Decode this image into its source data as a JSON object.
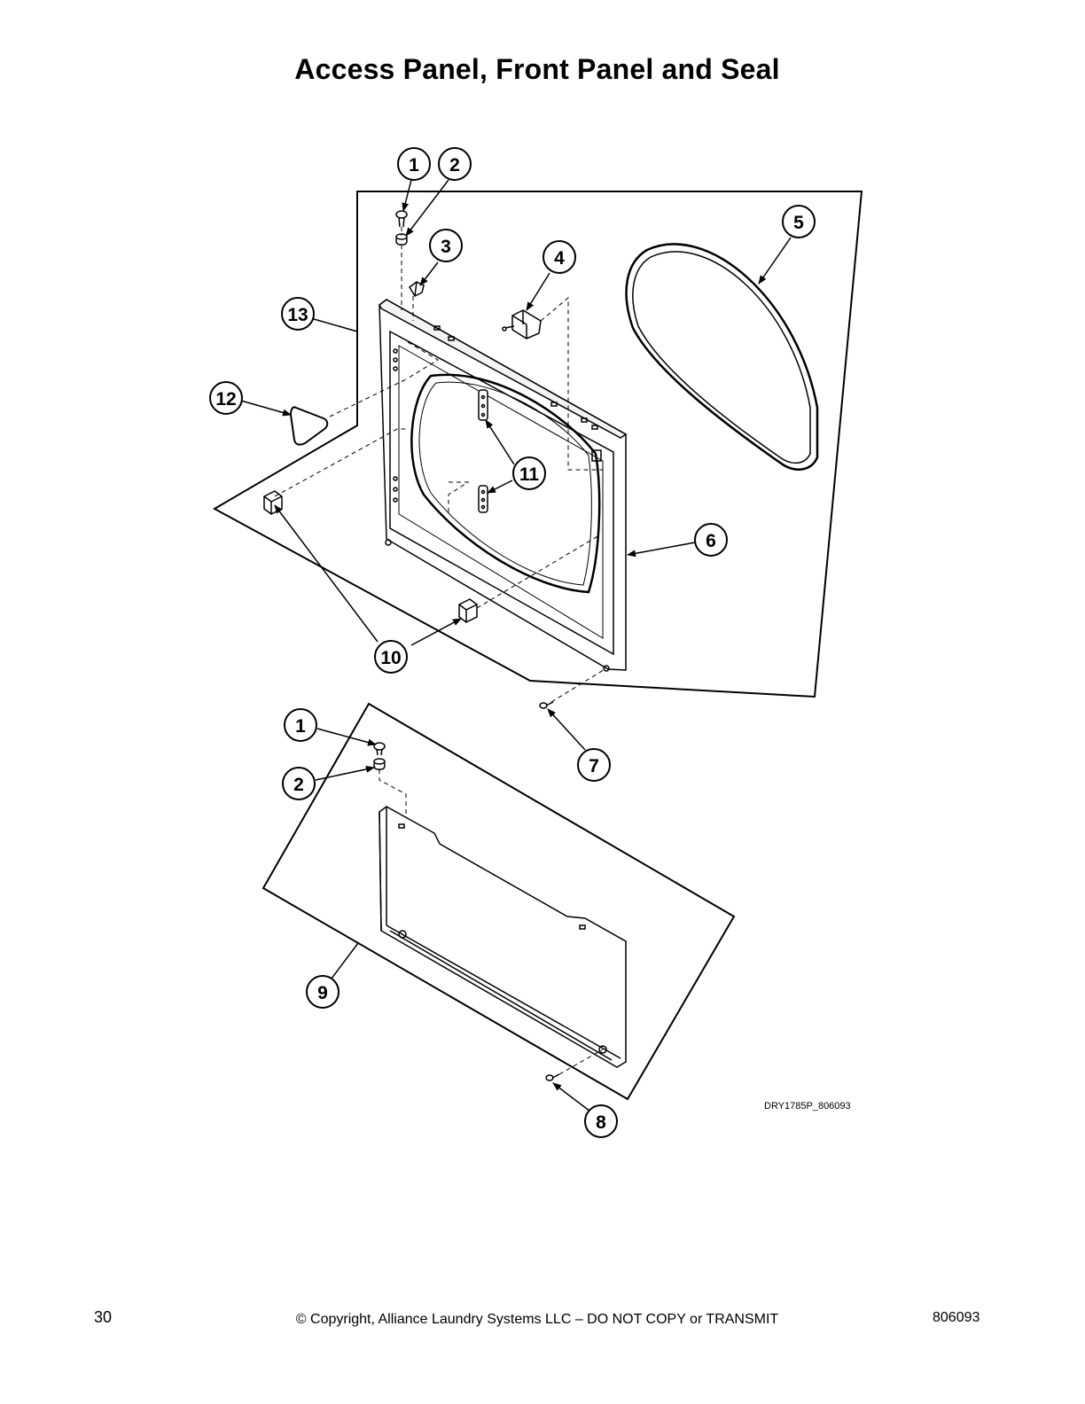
{
  "page": {
    "title": "Access Panel, Front Panel and Seal",
    "drawing_code": "DRY1785P_806093",
    "footer": {
      "page_number": "30",
      "copyright": "© Copyright, Alliance Laundry Systems LLC – DO NOT COPY or TRANSMIT",
      "document_number": "806093"
    }
  },
  "callouts": {
    "c1a": "1",
    "c2a": "2",
    "c3": "3",
    "c4": "4",
    "c5": "5",
    "c6": "6",
    "c7": "7",
    "c8": "8",
    "c9": "9",
    "c10": "10",
    "c11": "11",
    "c12": "12",
    "c13": "13",
    "c1b": "1",
    "c2b": "2"
  }
}
